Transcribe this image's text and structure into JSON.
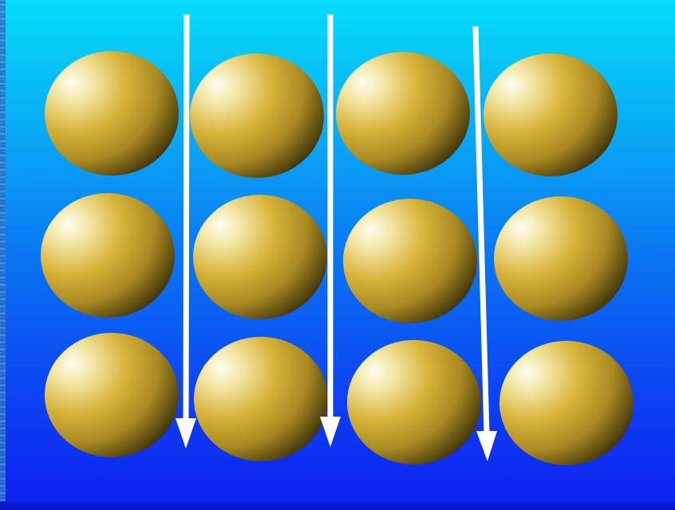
{
  "scene": {
    "rows": 3,
    "columns": 4,
    "sphere_count": 12,
    "arrow_count": 3,
    "arrow_direction": "down",
    "colors": {
      "background_top": "#06dcf8",
      "background_bottom": "#0e20f0",
      "sphere_highlight": "#fffdf0",
      "sphere_mid": "#d8b43a",
      "sphere_shadow": "#3a2e08",
      "arrow": "#ffffff"
    }
  }
}
